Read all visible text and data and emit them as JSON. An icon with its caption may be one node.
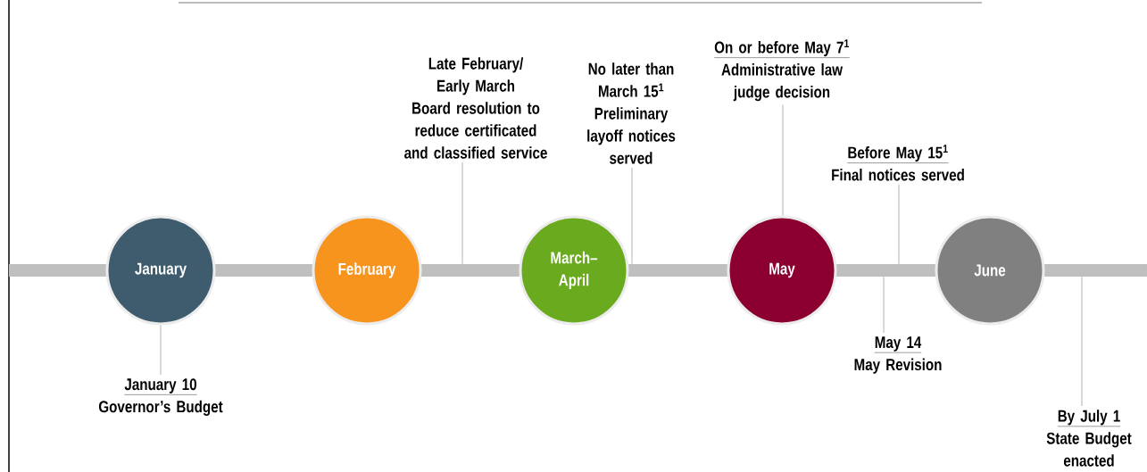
{
  "diagram": {
    "nodes": [
      {
        "text": [],
        "shape": "bar"
      },
      {
        "text": [
          "January"
        ]
      },
      {
        "text": [
          "February"
        ]
      },
      {
        "text": [
          "March– April"
        ]
      },
      {
        "text": [
          "May"
        ]
      },
      {
        "text": [
          "June"
        ]
      },
      {
        "text": [
          "January 10",
          "Governor’s Budget"
        ]
      },
      {
        "text": [
          "Late February/ Early March",
          "Board resolution to reduce certificated and classified service"
        ]
      },
      {
        "text": [
          "No later than March 15$^{1}$",
          "Preliminary layoff notices served"
        ]
      },
      {
        "text": [
          "On or before May 7$^{1}$",
          "Administrative law judge decision"
        ]
      },
      {
        "text": [
          "Before May 15$^{1}$",
          "Final notices served"
        ]
      },
      {
        "text": [
          "May 14",
          "May Revision"
        ]
      },
      {
        "text": [
          "By July 1",
          "State Budget enacted"
        ]
      }
    ],
    "edges": [
      {
        "from": 6,
        "to": 1,
        "arrow": "none"
      },
      {
        "from": 7,
        "to": 0,
        "arrow": "none"
      },
      {
        "from": 8,
        "to": 0,
        "arrow": "none"
      },
      {
        "from": 9,
        "to": 4,
        "arrow": "none"
      },
      {
        "from": 10,
        "to": 0,
        "arrow": "none"
      },
      {
        "from": 11,
        "to": 0,
        "arrow": "none"
      },
      {
        "from": 12,
        "to": 0,
        "arrow": "none"
      }
    ]
  }
}
